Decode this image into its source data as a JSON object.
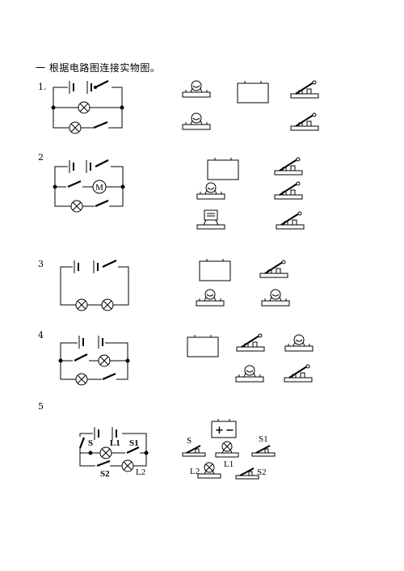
{
  "document": {
    "title": "一 根据电路图连接实物图。",
    "questions": [
      {
        "number": "1."
      },
      {
        "number": "2"
      },
      {
        "number": "3"
      },
      {
        "number": "4"
      },
      {
        "number": "5"
      }
    ],
    "labels": {
      "motor": "M",
      "s": "S",
      "s1": "S1",
      "s2": "S2",
      "l1": "L1",
      "l2": "L2",
      "battery_plus": "+",
      "battery_minus": "−"
    }
  }
}
